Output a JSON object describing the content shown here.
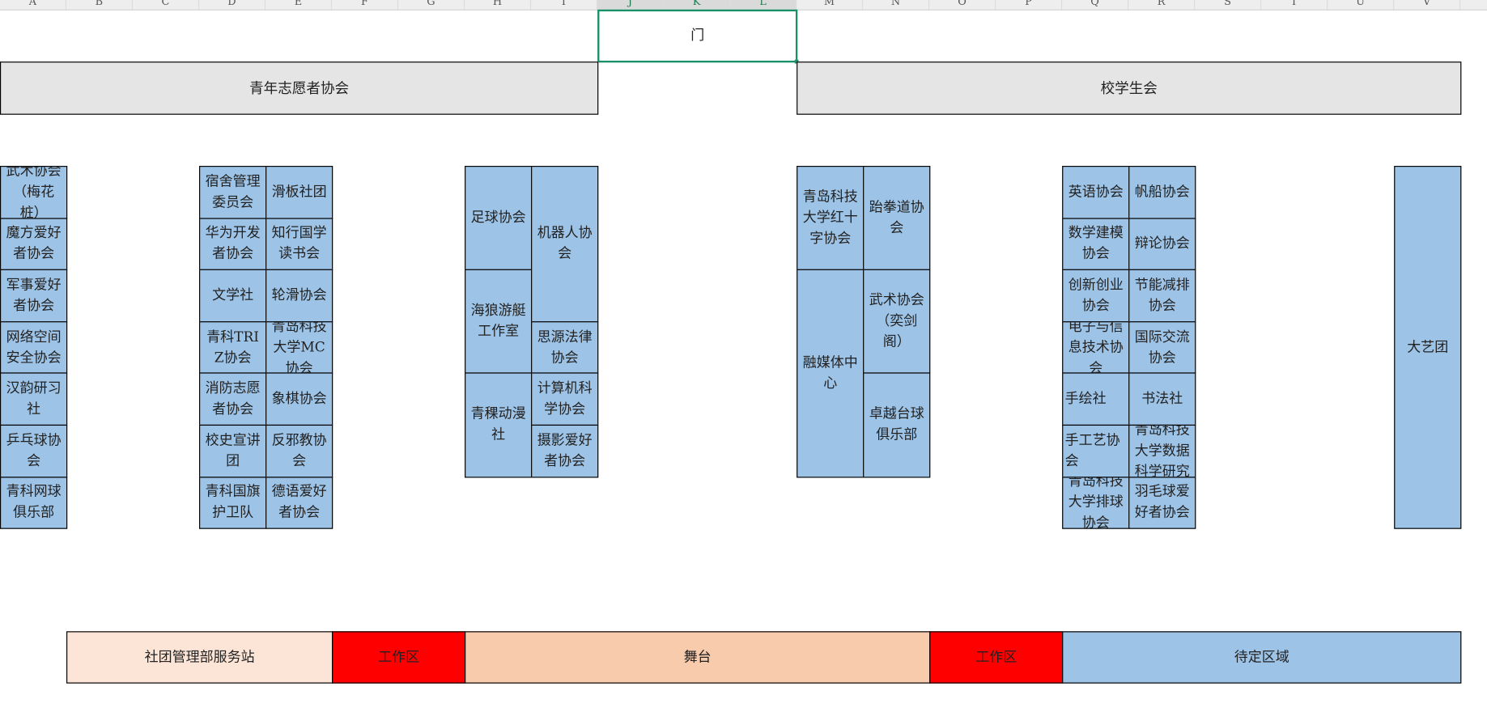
{
  "sheet": {
    "columns": [
      "A",
      "B",
      "C",
      "D",
      "E",
      "F",
      "G",
      "H",
      "I",
      "J",
      "K",
      "L",
      "M",
      "N",
      "O",
      "P",
      "Q",
      "R",
      "S",
      "T",
      "U",
      "V"
    ],
    "selected_columns": [
      "J",
      "K",
      "L"
    ]
  },
  "door": "门",
  "banners": {
    "left": "青年志愿者协会",
    "right": "校学生会"
  },
  "block1": [
    "武术协会（梅花桩）",
    "魔方爱好者协会",
    "军事爱好者协会",
    "网络空间安全协会",
    "汉韵研习社",
    "乒乓球协会",
    "青科网球俱乐部"
  ],
  "block2": {
    "left": [
      "宿舍管理委员会",
      "华为开发者协会",
      "文学社",
      "青科TRIZ协会",
      "消防志愿者协会",
      "校史宣讲团",
      "青科国旗护卫队"
    ],
    "right": [
      "滑板社团",
      "知行国学读书会",
      "轮滑协会",
      "青岛科技大学MC协会",
      "象棋协会",
      "反邪教协会",
      "德语爱好者协会"
    ]
  },
  "block3": {
    "left": [
      "足球协会",
      "海狼游艇工作室",
      "青稞动漫社"
    ],
    "right": [
      "机器人协会",
      "思源法律协会",
      "计算机科学协会",
      "摄影爱好者协会"
    ]
  },
  "block4": {
    "left": [
      "青岛科技大学红十字协会",
      "融媒体中心"
    ],
    "right": [
      "跆拳道协会",
      "武术协会（奕剑阁）",
      "卓越台球俱乐部"
    ]
  },
  "block5": {
    "left": [
      "英语协会",
      "数学建模协会",
      "创新创业协会",
      "电子与信息技术协会",
      "手绘社",
      "手工艺协会",
      "青岛科技大学排球协会"
    ],
    "right": [
      "帆船协会",
      "辩论协会",
      "节能减排协会",
      "国际交流协会",
      "书法社",
      "青岛科技大学数据科学研究",
      "羽毛球爱好者协会"
    ]
  },
  "block6": [
    "大艺团"
  ],
  "bottom": [
    "社团管理部服务站",
    "工作区",
    "舞台",
    "工作区",
    "待定区域"
  ],
  "colors": {
    "club_cell": "#9dc3e6",
    "banner": "#e5e5e5",
    "service_station": "#fce4d6",
    "stage": "#f8cbad",
    "work_area": "#ff0000",
    "selection": "#1a9068"
  }
}
